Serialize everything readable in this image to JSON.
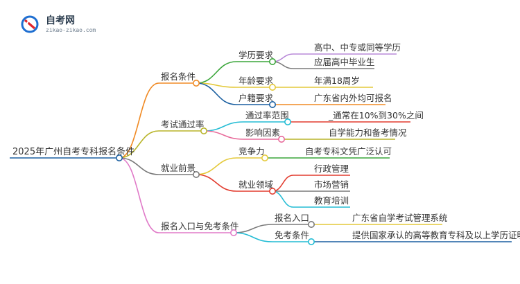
{
  "logo": {
    "title": "自考网",
    "subtitle": "zikao-zikao.com",
    "colors": {
      "ring_blue": "#1f6fd1",
      "ring_red": "#e2242a",
      "text": "#2d3e50"
    }
  },
  "colors": {
    "root": "#1a5fa0",
    "orange": "#f08a24",
    "olive": "#b8b428",
    "gray": "#7a7a7a",
    "pink": "#e07ac8",
    "purple": "#b98ad8",
    "yellow": "#e4c93a",
    "green": "#3aa63a",
    "blue": "#1a5fa0",
    "cyan": "#22bcd4",
    "red": "#e23b2e",
    "teal": "#20b7a0",
    "pinkred": "#e86a9a",
    "violet": "#9b59b6"
  },
  "mindmap": {
    "root": "2025年广州自考专科报名条件",
    "branches": [
      {
        "label": "报名条件",
        "children": [
          {
            "label": "学历要求",
            "children": [
              "高中、中专或同等学历",
              "应届高中毕业生"
            ]
          },
          {
            "label": "年龄要求",
            "children": [
              "年满18周岁"
            ]
          },
          {
            "label": "户籍要求",
            "children": [
              "广东省内外均可报名"
            ]
          }
        ]
      },
      {
        "label": "考试通过率",
        "children": [
          {
            "label": "通过率范围",
            "children": [
              "_通常在10%到30%之间"
            ]
          },
          {
            "label": "影响因素",
            "children": [
              "自学能力和备考情况"
            ]
          }
        ]
      },
      {
        "label": "就业前景",
        "children": [
          {
            "label": "竞争力",
            "children": [
              "自考专科文凭广泛认可"
            ]
          },
          {
            "label": "就业领域",
            "children": [
              "行政管理",
              "市场营销",
              "教育培训"
            ]
          }
        ]
      },
      {
        "label": "报名入口与免考条件",
        "children": [
          {
            "label": "报名入口",
            "children": [
              "广东省自学考试管理系统"
            ]
          },
          {
            "label": "免考条件",
            "children": [
              "提供国家承认的高等教育专科及以上学历证明"
            ]
          }
        ]
      }
    ]
  }
}
